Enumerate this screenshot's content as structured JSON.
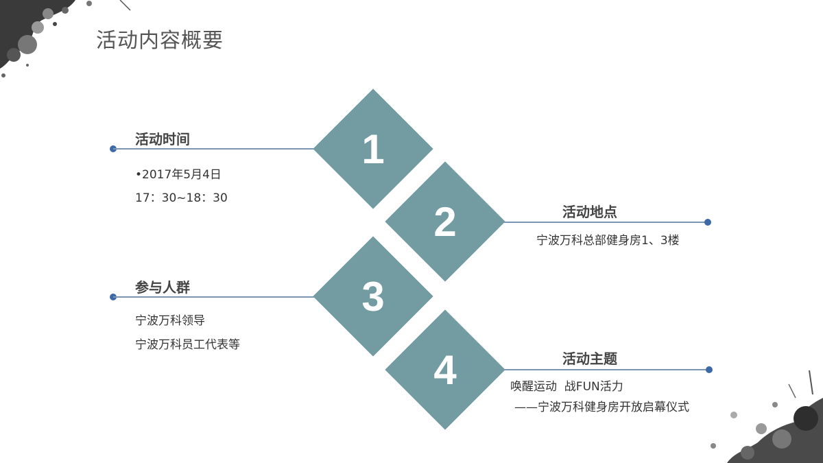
{
  "slide": {
    "title": "活动内容概要",
    "accent_color": "#739ca2",
    "line_color": "#7a95b3",
    "dot_color": "#3d6aa6"
  },
  "items": [
    {
      "number": "1",
      "heading": "活动时间",
      "lines": [
        "•2017年5月4日",
        "17：30~18：30"
      ]
    },
    {
      "number": "2",
      "heading": "活动地点",
      "lines": [
        "宁波万科总部健身房1、3楼"
      ]
    },
    {
      "number": "3",
      "heading": "参与人群",
      "lines": [
        "宁波万科领导",
        "宁波万科员工代表等"
      ]
    },
    {
      "number": "4",
      "heading": "活动主题",
      "lines": [
        "唤醒运动  战FUN活力",
        "——宁波万科健身房开放启幕仪式"
      ]
    }
  ],
  "decorations": {
    "top_left": "ink-splash",
    "bottom_right": "ink-splash"
  }
}
